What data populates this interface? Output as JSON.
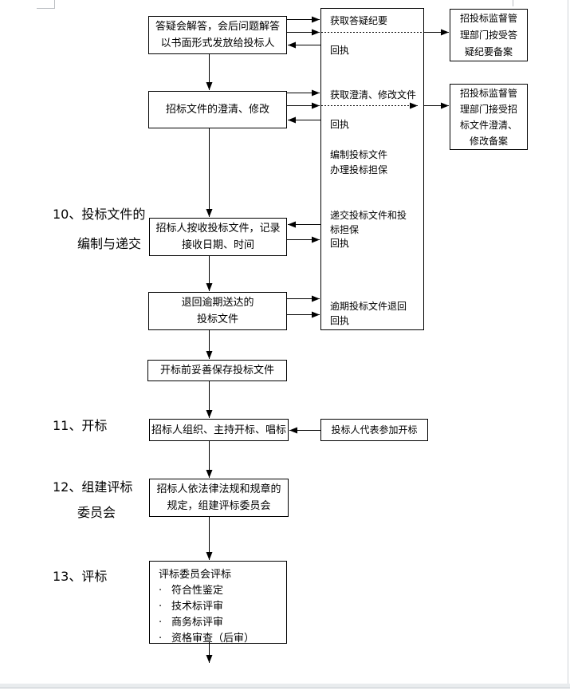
{
  "labels": {
    "s10a": "10、投标文件的",
    "s10b": "编制与递交",
    "s11": "11、开标",
    "s12a": "12、组建评标",
    "s12b": "委员会",
    "s13": "13、评标"
  },
  "flow": {
    "qa_box": {
      "line1": "答疑会解答，会后问题解答",
      "line2": "以书面形式发放给投标人"
    },
    "clarify_box": {
      "line1": "招标文件的澄清、修改"
    },
    "receive_box": {
      "line1": "招标人按收投标文件，记录",
      "line2": "接收日期、时间"
    },
    "return_box": {
      "line1": "退回逾期送达的",
      "line2": "投标文件"
    },
    "keep_box": {
      "line1": "开标前妥善保存投标文件"
    },
    "open_box": {
      "line1": "招标人组织、主持开标、唱标"
    },
    "rep_box": {
      "line1": "投标人代表参加开标"
    },
    "committee_box": {
      "line1": "招标人依法律法规和规章的",
      "line2": "规定，组建评标委员会"
    },
    "eval_box": {
      "title": "评标委员会评标",
      "bullet": "·",
      "items": [
        "符合性鉴定",
        "技术标评审",
        "商务标评审",
        "资格审查（后审）"
      ]
    },
    "bidder_lane": {
      "get_qa": "获取答疑纪要",
      "receipt1": "回执",
      "get_clarify": "获取澄清、修改文件",
      "receipt2": "回执",
      "prepare1": "编制投标文件",
      "prepare2": "办理投标担保",
      "submit1": "递交投标文件和投",
      "submit2": "标担保",
      "receipt3": "回执",
      "overdue": "逾期投标文件退回",
      "receipt4": "回执"
    },
    "reg_a": {
      "line1": "招投标监督管",
      "line2": "理部门按受答",
      "line3": "疑纪要备案"
    },
    "reg_b": {
      "line1": "招投标监督管",
      "line2": "理部门接受招",
      "line3": "标文件澄清、",
      "line4": "修改备案"
    }
  },
  "colors": {
    "line": "#000000",
    "page_edge": "#c9ced2",
    "bottom_band": "#e9ecee"
  }
}
